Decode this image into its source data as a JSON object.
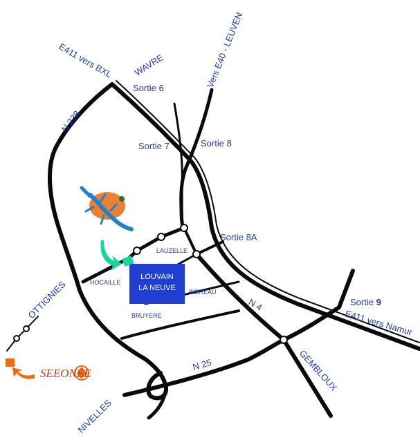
{
  "map": {
    "highways": {
      "e411_bxl": "E411 vers BXL",
      "wavre": "WAVRE",
      "e40_leuven": "Vers E40 - LEUVEN",
      "e411_namur": "E411 vers Namur"
    },
    "exits": {
      "sortie6": "Sortie 6",
      "sortie7": "Sortie 7",
      "sortie8": "Sortie 8",
      "sortie8a": "Sortie 8A",
      "sortie9_prefix": "Sortie ",
      "sortie9_num": "9"
    },
    "roads": {
      "n238": "N 238",
      "n4": "N 4",
      "n25": "N 25"
    },
    "places": {
      "ottignies": "OTTIGNIES",
      "gembloux": "GEMBLOUX",
      "nivelles": "NIVELLES",
      "lauzelle": "LAUZELLE",
      "hocaille": "HOCAILLE",
      "biereau": "BIEREAU",
      "bruyere": "BRUYERE"
    },
    "city_box": {
      "line1": "LOUVAIN",
      "line2": "LA NEUVE"
    },
    "logo_text": "SEEONEE",
    "colors": {
      "road": "#0a0a0a",
      "label": "#1e3cb4",
      "city_box": "#1f3fd0",
      "accent_green": "#19d4a0",
      "accent_orange": "#f06a10",
      "logo_text": "#d03818"
    },
    "icons": [
      "lizard-logo-icon",
      "green-arrow-icon",
      "green-marker-icon",
      "orange-arrow-icon",
      "orange-square-icon",
      "seeonee-emblem-icon"
    ]
  }
}
